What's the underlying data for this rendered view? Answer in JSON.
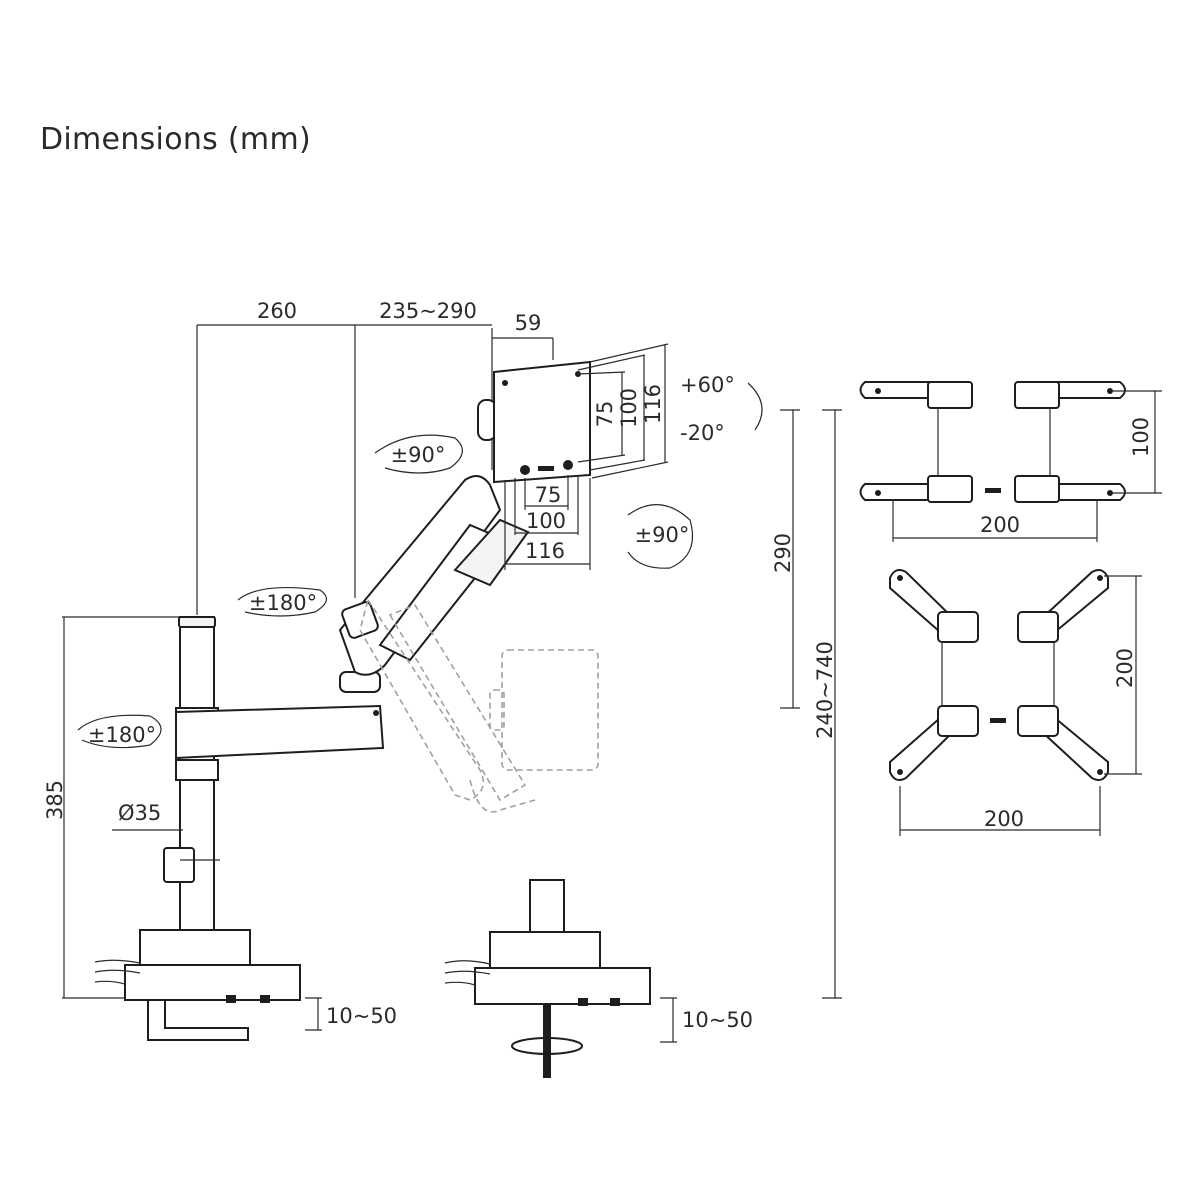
{
  "title": "Dimensions (mm)",
  "labels": {
    "arm_length": "260",
    "extension": "235~290",
    "plate_depth": "59",
    "tilt_up": "+60°",
    "tilt_down": "-20°",
    "vesa_v75": "75",
    "vesa_v100": "100",
    "vesa_v116": "116",
    "vesa_h75": "75",
    "vesa_h100": "100",
    "vesa_h116": "116",
    "rot_head": "±90°",
    "rot_panel": "±90°",
    "rot_elbow": "±180°",
    "rot_base": "±180°",
    "pole_height": "385",
    "pole_diameter": "Ø35",
    "clamp_range_1": "10~50",
    "clamp_range_2": "10~50",
    "arm_height": "290",
    "total_height": "240~740",
    "adapter_small_h": "100",
    "adapter_small_w": "200",
    "adapter_large_h": "200",
    "adapter_large_w": "200"
  }
}
